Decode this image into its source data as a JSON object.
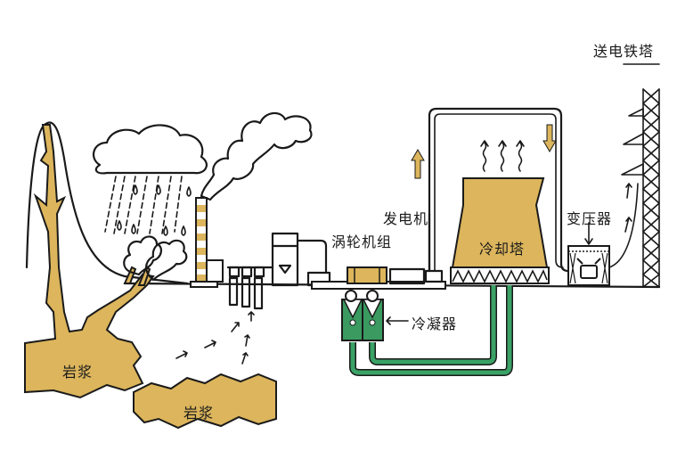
{
  "title": "地热发电示意图",
  "labels": {
    "transmission_tower": "送电铁塔",
    "generator": "发电机",
    "turbine": "涡轮机组",
    "transformer": "变压器",
    "cooling_tower": "冷却塔",
    "condenser": "冷凝器",
    "magma_left": "岩浆",
    "magma_right": "岩浆"
  },
  "colors": {
    "magma": "#dcb55c",
    "pipe_green": "#3aa266",
    "condenser_green": "#3a9a60",
    "ink": "#1a1a1a",
    "background": "#ffffff"
  }
}
